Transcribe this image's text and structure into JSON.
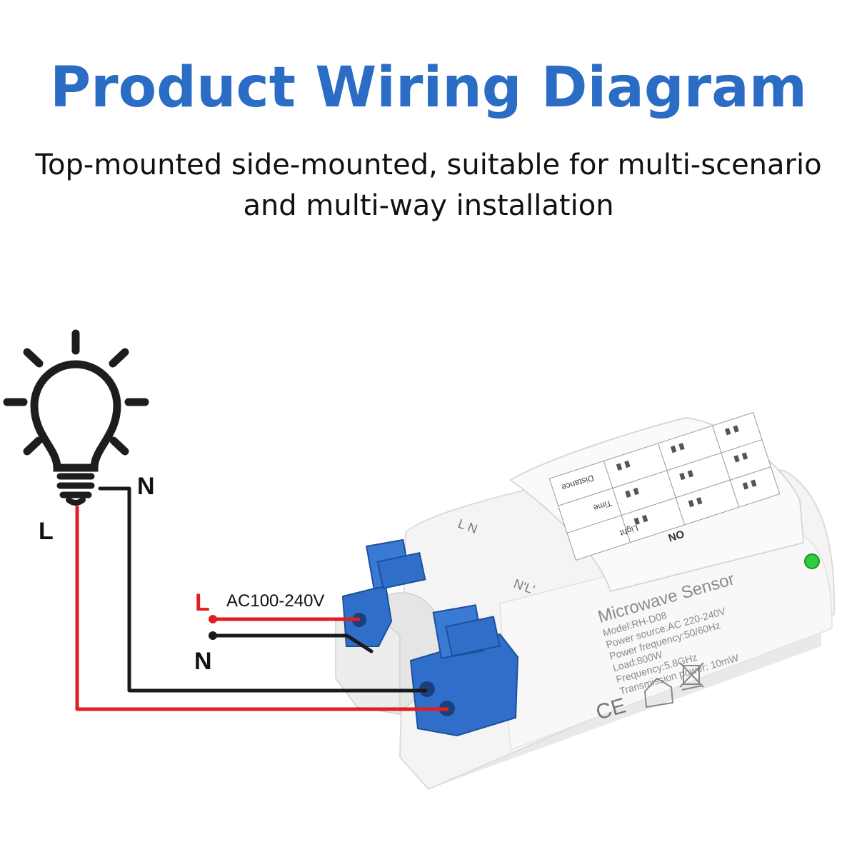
{
  "header": {
    "title": "Product Wiring Diagram",
    "subtitle_line1": "Top-mounted side-mounted, suitable for multi-scenario",
    "subtitle_line2": "and multi-way installation"
  },
  "wires": {
    "lamp_live_label": "L",
    "lamp_neutral_label": "N",
    "supply_live_label": "L",
    "supply_neutral_label": "N",
    "supply_voltage": "AC100-240V"
  },
  "device": {
    "name": "Microwave Sensor",
    "model": "Model:RH-D08",
    "power_source": "Power source:AC 220-240V",
    "power_frequency": "Power frequency:50/60Hz",
    "load": "Load:800W",
    "frequency": "Frequency:5.8GHz",
    "transmission_power": "Transmission power:  10mW",
    "terminal_top": "L N",
    "terminal_side": "N'L'",
    "ce_mark": "CE",
    "dip_on": "ON",
    "dip_light": "Light",
    "dip_time": "Time",
    "dip_distance": "Distance"
  },
  "colors": {
    "title": "#2b6cc4",
    "live_wire": "#e02020",
    "neutral_wire": "#1a1a1a",
    "terminal_blue": "#2f6fc9",
    "led": "#2ecc40"
  }
}
